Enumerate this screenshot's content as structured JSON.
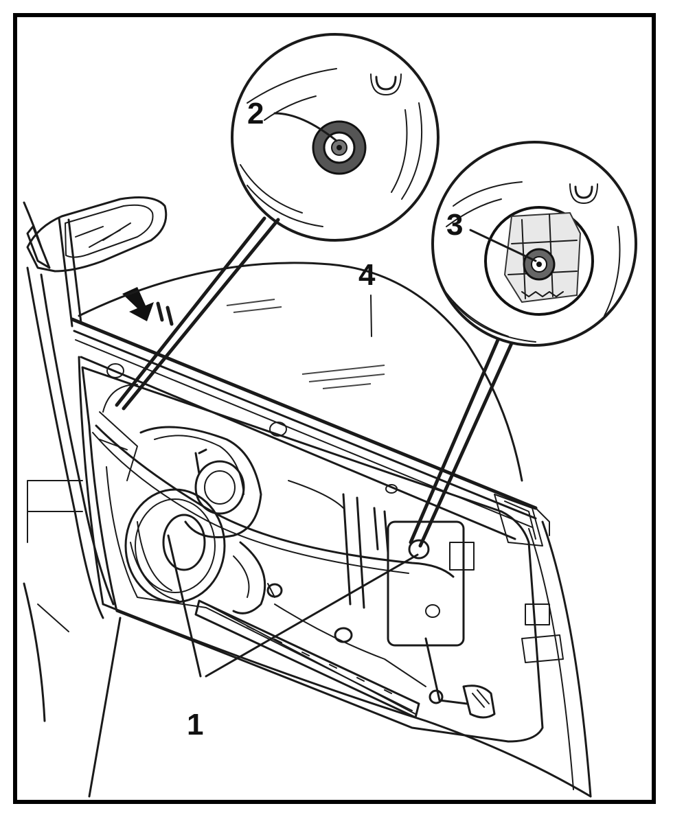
{
  "diagram": {
    "callouts": {
      "c1": "1",
      "c2": "2",
      "c3": "3",
      "c4": "4"
    },
    "colors": {
      "line": "#1a1a1a",
      "background": "#ffffff",
      "frame": "#000000"
    }
  }
}
